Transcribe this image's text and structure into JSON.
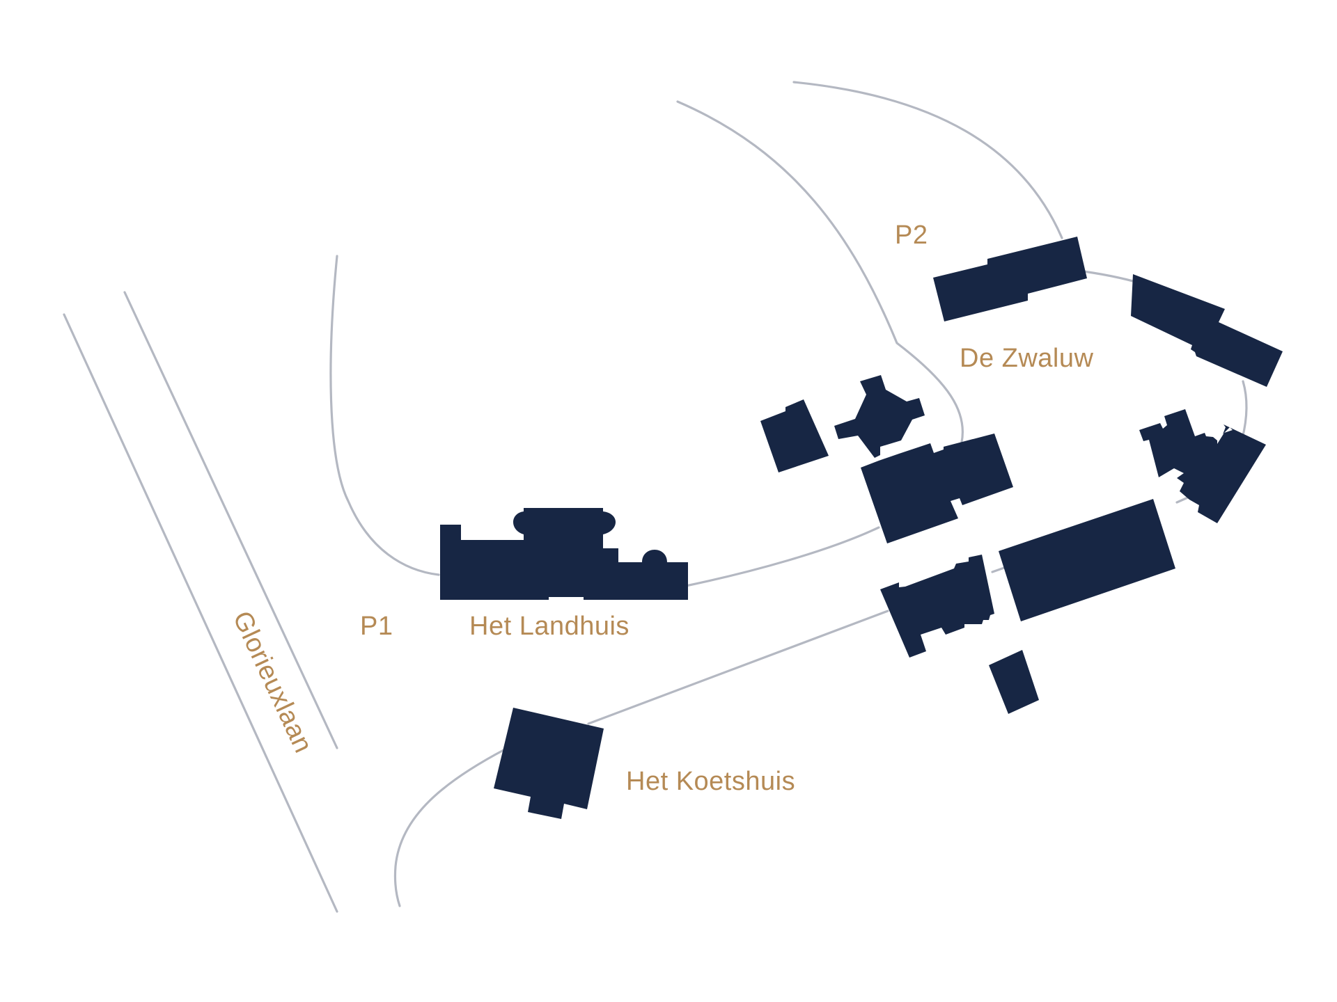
{
  "colors": {
    "background": "#ffffff",
    "building": "#172644",
    "road": "#b4b8c2",
    "label": "#b58a55"
  },
  "labels": {
    "street": "Glorieuxlaan",
    "parking_1": "P1",
    "parking_2": "P2",
    "landhuis": "Het Landhuis",
    "koetshuis": "Het Koetshuis",
    "zwaluw": "De Zwaluw"
  }
}
